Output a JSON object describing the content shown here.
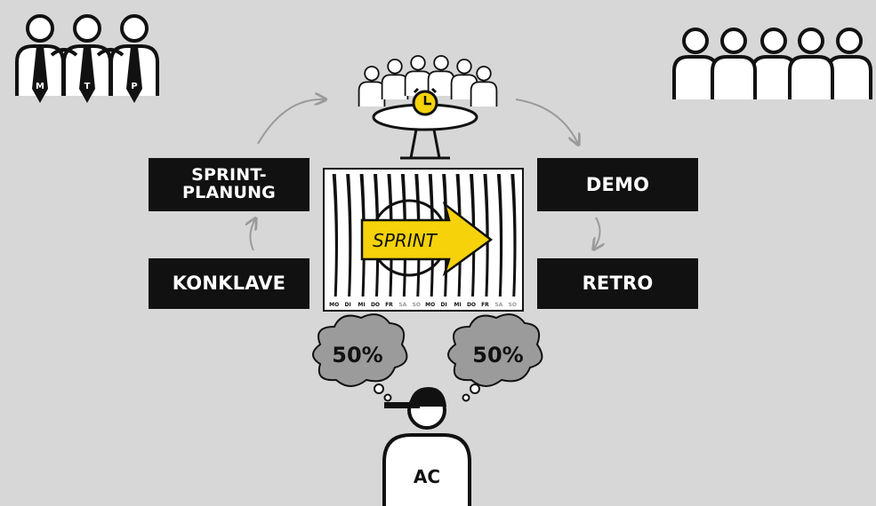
{
  "boxes": {
    "sprint_planung": [
      "SPRINT-",
      "PLANUNG"
    ],
    "konklave": "KONKLAVE",
    "demo": "DEMO",
    "retro": "RETRO"
  },
  "sprint_label": "SPRINT",
  "calendar_days": [
    "MO",
    "DI",
    "MI",
    "DO",
    "FR",
    "SA",
    "SO",
    "MO",
    "DI",
    "MI",
    "DO",
    "FR",
    "SA",
    "SO"
  ],
  "thoughts": {
    "left": "50%",
    "right": "50%"
  },
  "person_ac": "AC",
  "ties": [
    "M",
    "T",
    "P"
  ],
  "colors": {
    "background": "#d7d7d7",
    "box": "#111111",
    "arrow": "#f5d20a",
    "weekend": "#9a9a9a"
  }
}
